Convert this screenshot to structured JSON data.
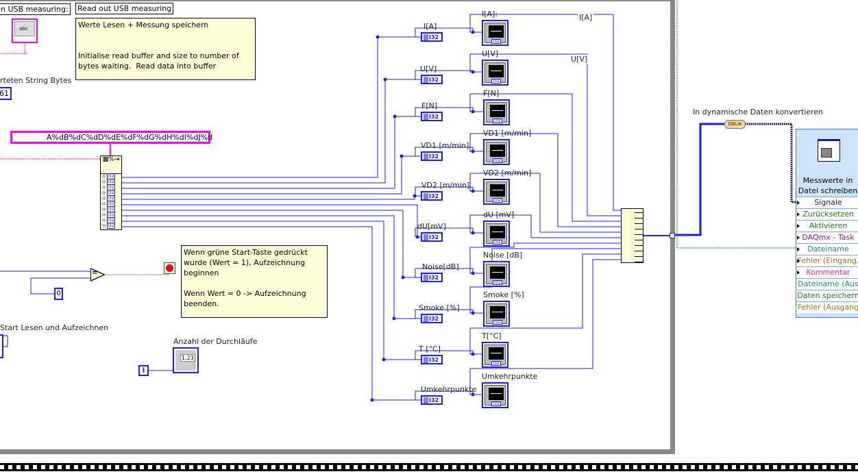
{
  "labels": {
    "usb_label_left": "n USB measuring:",
    "usb_label": "Read out USB measuring",
    "bytes_label": "rteten String Bytes",
    "bytes_value": "61",
    "format_string": "A%dB%dC%dD%dE%dF%dG%dH%dI%dJ%d",
    "start_label": "Start Lesen und Aufzeichnen",
    "count_label": "Anzahl der Durchläufe",
    "count_icon": "1.23",
    "iter_terminal": "i",
    "zero_const": "0",
    "convert_label": "In dynamische Daten konvertieren",
    "string_icon": "abc",
    "far_ia": "I[A]",
    "far_uv": "U[V]"
  },
  "comments": {
    "read": "Werte Lesen + Messung speichern\n\n\nInitialise read buffer and size to number of bytes waiting.  Read data into buffer",
    "start": "Wenn grüne Start-Taste gedrückt wurde (Wert = 1), Aufzeichnung beginnen\n\nWenn Wert = 0 -> Aufzeichnung beenden."
  },
  "indicators": [
    {
      "label": "I[A]",
      "type": "I32"
    },
    {
      "label": "U[V]",
      "type": "I32"
    },
    {
      "label": "F[N]",
      "type": "I32"
    },
    {
      "label": "VD1 [m/min]",
      "type": "I32"
    },
    {
      "label": "VD2 [m/min]",
      "type": "I32"
    },
    {
      "label": "dU[mV]",
      "type": "I32"
    },
    {
      "label": "Noise[dB]",
      "type": "I32"
    },
    {
      "label": "Smoke [%]",
      "type": "I32"
    },
    {
      "label": "T [°C]",
      "type": "I32"
    },
    {
      "label": "Umkehrpunkte",
      "type": "I32"
    }
  ],
  "graphs": [
    {
      "label": "I[A]:"
    },
    {
      "label": "U[V]"
    },
    {
      "label": "F[N]"
    },
    {
      "label": "VD1 [m/min]"
    },
    {
      "label": "VD2 [m/min]"
    },
    {
      "label": "dU [mV]"
    },
    {
      "label": "Noise [dB]"
    },
    {
      "label": "Smoke [%]"
    },
    {
      "label": "T[°C]"
    },
    {
      "label": "Umkehrpunkte"
    }
  ],
  "express_vi": {
    "title": "Messwerte in Datei schreiben",
    "terminals": [
      {
        "label": "Signale",
        "color": "#1a1a8c",
        "input": true
      },
      {
        "label": "Zurücksetzen",
        "color": "#1a7a1a",
        "input": true
      },
      {
        "label": "Aktivieren",
        "color": "#1a7a1a",
        "input": true
      },
      {
        "label": "DAQmx - Task",
        "color": "#8a1a8a",
        "input": true
      },
      {
        "label": "Dateiname",
        "color": "#1a8a8a",
        "input": true
      },
      {
        "label": "Fehler (Eingang,",
        "color": "#8a7a1a",
        "input": true
      },
      {
        "label": "Kommentar",
        "color": "#e020e0",
        "input": true
      },
      {
        "label": "Dateiname (Aus",
        "color": "#1a8a8a",
        "input": false
      },
      {
        "label": "Daten speichern",
        "color": "#1a7a1a",
        "input": false
      },
      {
        "label": "Fehler (Ausgang",
        "color": "#8a7a1a",
        "input": false
      }
    ]
  },
  "colors": {
    "wire_int": "#1a1aff",
    "wire_string": "#ff00ff",
    "wire_bool": "#008000",
    "wire_path": "#008080",
    "comment_bg": "#fdfdd6",
    "vi_bg": "#cde4fa"
  }
}
